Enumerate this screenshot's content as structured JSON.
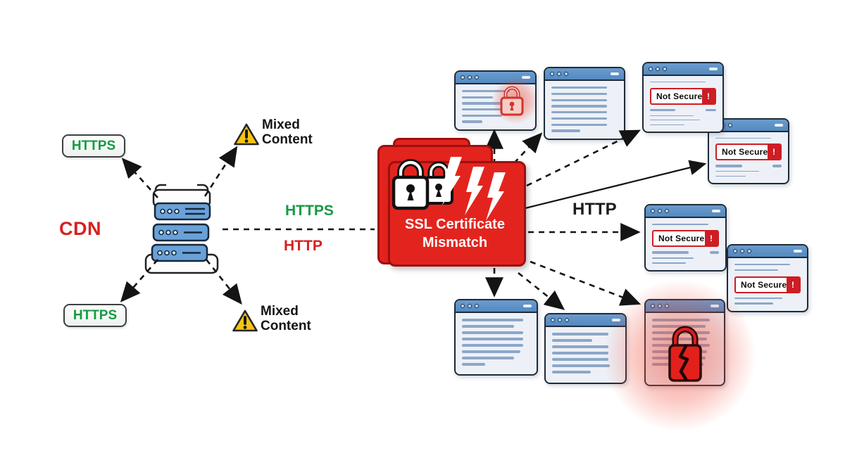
{
  "left": {
    "cdn": "CDN",
    "https_top": "HTTPS",
    "https_bottom": "HTTPS",
    "mixed_top_1": "Mixed",
    "mixed_top_2": "Content",
    "mixed_bottom_1": "Mixed",
    "mixed_bottom_2": "Content"
  },
  "center": {
    "https_label": "HTTPS",
    "http_label": "HTTP",
    "folder_title_1": "SSL Certificate",
    "folder_title_2": "Mismatch"
  },
  "right": {
    "http_label": "HTTP",
    "not_secure": "Not Secure",
    "exclamation": "!"
  },
  "colors": {
    "folder_red": "#e3241e",
    "accent_green": "#169a43",
    "accent_red": "#d8201f",
    "titlebar_blue": "#5a8fc4",
    "warning_yellow": "#f8c411",
    "not_secure_red": "#ce1d24",
    "arrow_black": "#141414"
  }
}
